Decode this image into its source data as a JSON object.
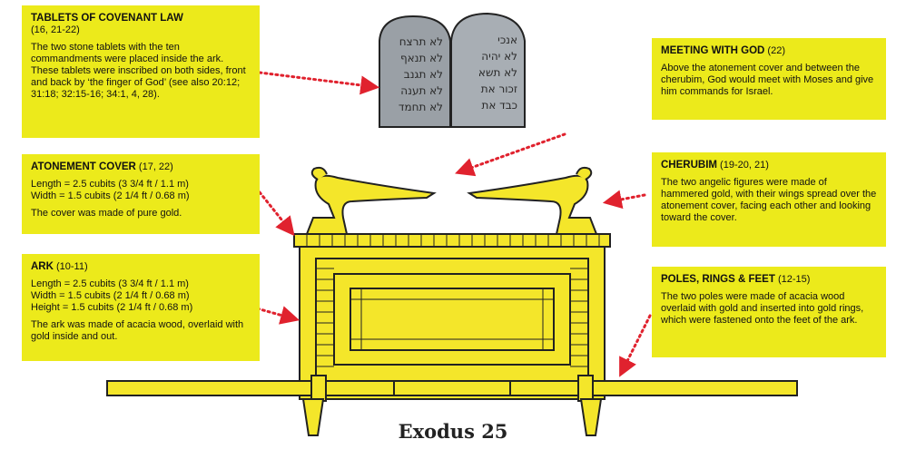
{
  "boxes": {
    "tablets": {
      "title": "TABLETS OF COVENANT LAW",
      "ref": "(16, 21-22)",
      "text": "The two stone tablets with the ten commandments were placed inside the ark. These tablets were inscribed on both sides, front and back by ‘the finger of God’ (see also 20:12; 31:18; 32:15-16; 34:1, 4, 28)."
    },
    "meeting": {
      "title": "MEETING WITH GOD",
      "ref": "(22)",
      "text": "Above the atonement cover and between the cherubim, God would meet with Moses and give him commands for Israel."
    },
    "atonement": {
      "title": "ATONEMENT COVER",
      "ref": "(17, 22)",
      "dim1": "Length = 2.5 cubits  (3 3/4 ft / 1.1 m)",
      "dim2": "Width = 1.5 cubits (2 1/4 ft / 0.68 m)",
      "text": "The cover was made of pure gold."
    },
    "cherubim": {
      "title": "CHERUBIM",
      "ref": "(19-20, 21)",
      "text": "The two angelic figures were made of hammered gold, with their wings spread over the atonement cover, facing each other and looking toward the cover."
    },
    "ark": {
      "title": "ARK",
      "ref": "(10-11)",
      "dim1": "Length = 2.5 cubits  (3 3/4 ft / 1.1 m)",
      "dim2": "Width = 1.5 cubits (2 1/4 ft / 0.68 m)",
      "dim3": "Height = 1.5 cubits (2 1/4 ft / 0.68 m)",
      "text": "The ark was made of acacia wood, overlaid with gold inside and out."
    },
    "poles": {
      "title": "POLES, RINGS & FEET",
      "ref": "(12-15)",
      "text": "The two poles were made of acacia wood overlaid with gold and inserted into gold rings, which were fastened onto the feet of the ark."
    }
  },
  "tablet_lines": {
    "left": [
      "לא תרצח",
      "לא תנאף",
      "לא תגנב",
      "לא תענה",
      "לא תחמד"
    ],
    "right": [
      "אנכי",
      "לא יהיה",
      "לא תשא",
      "זכור את",
      "כבד את"
    ]
  },
  "caption": "Exodus 25",
  "colors": {
    "label_bg": "#ecea1b",
    "gold": "#f4e62a",
    "gold_shade": "#d8c61c",
    "outline": "#222222",
    "arrow": "#e0222e",
    "stone": "#9aa0a6"
  }
}
